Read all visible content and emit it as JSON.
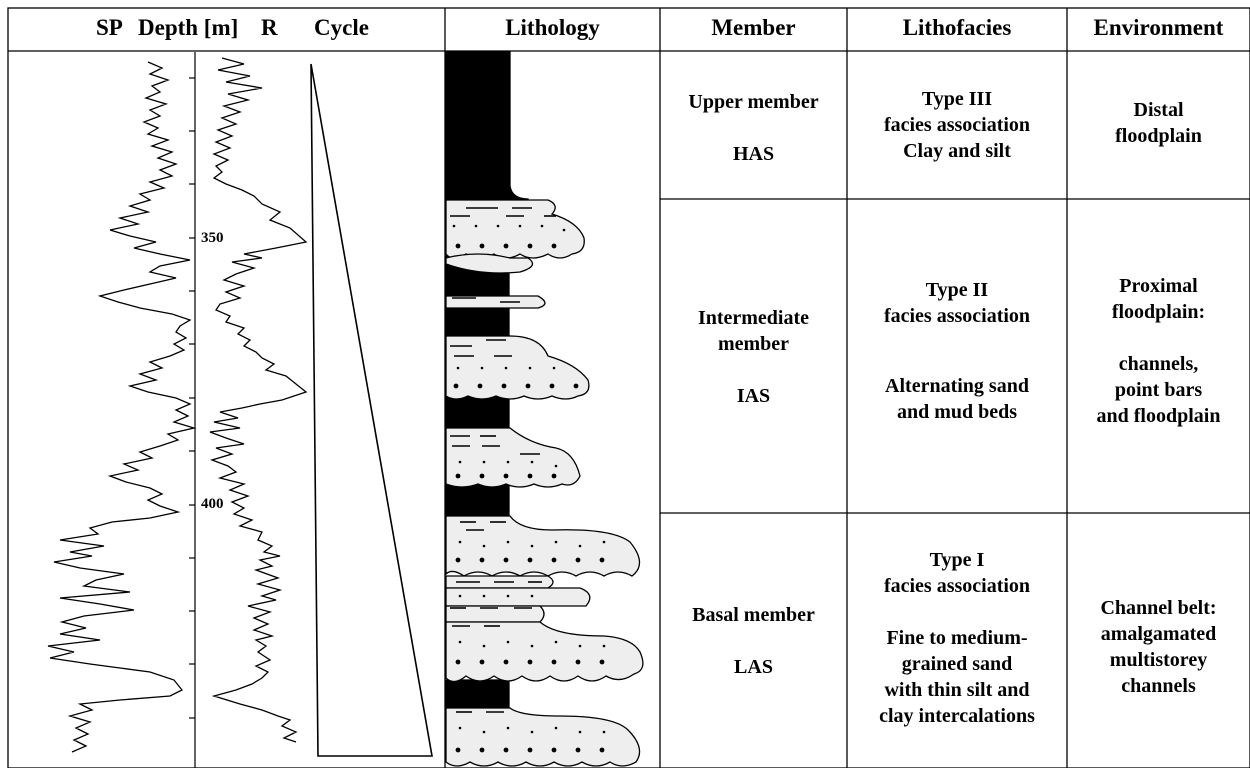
{
  "headers": {
    "sp": "SP",
    "depth": "Depth [m]",
    "r": "R",
    "cycle": "Cycle",
    "lithology": "Lithology",
    "member": "Member",
    "lithofacies": "Lithofacies",
    "environment": "Environment"
  },
  "depth_ticks": {
    "d350": "350",
    "d400": "400"
  },
  "rows": [
    {
      "member": [
        "Upper member",
        "",
        "HAS"
      ],
      "lithofacies": [
        "Type III",
        "facies association",
        "Clay and silt"
      ],
      "environment": [
        "Distal",
        "floodplain"
      ]
    },
    {
      "member": [
        "Intermediate",
        "member",
        "",
        "IAS"
      ],
      "lithofacies": [
        "Type II",
        "facies association",
        "",
        "",
        "Alternating sand",
        "and mud beds"
      ],
      "environment": [
        "Proximal",
        "floodplain:",
        "",
        "channels,",
        "point bars",
        "and floodplain"
      ]
    },
    {
      "member": [
        "Basal member",
        "",
        "LAS"
      ],
      "lithofacies": [
        "Type I",
        "facies association",
        "",
        "Fine to  medium-",
        "grained sand",
        "with thin silt and",
        "clay intercalations"
      ],
      "environment": [
        "Channel belt:",
        "amalgamated",
        "multistorey",
        "channels"
      ]
    }
  ],
  "colors": {
    "line": "#000000",
    "sand_fill": "#eeeeee",
    "mud_fill": "#000000",
    "background": "#ffffff"
  }
}
